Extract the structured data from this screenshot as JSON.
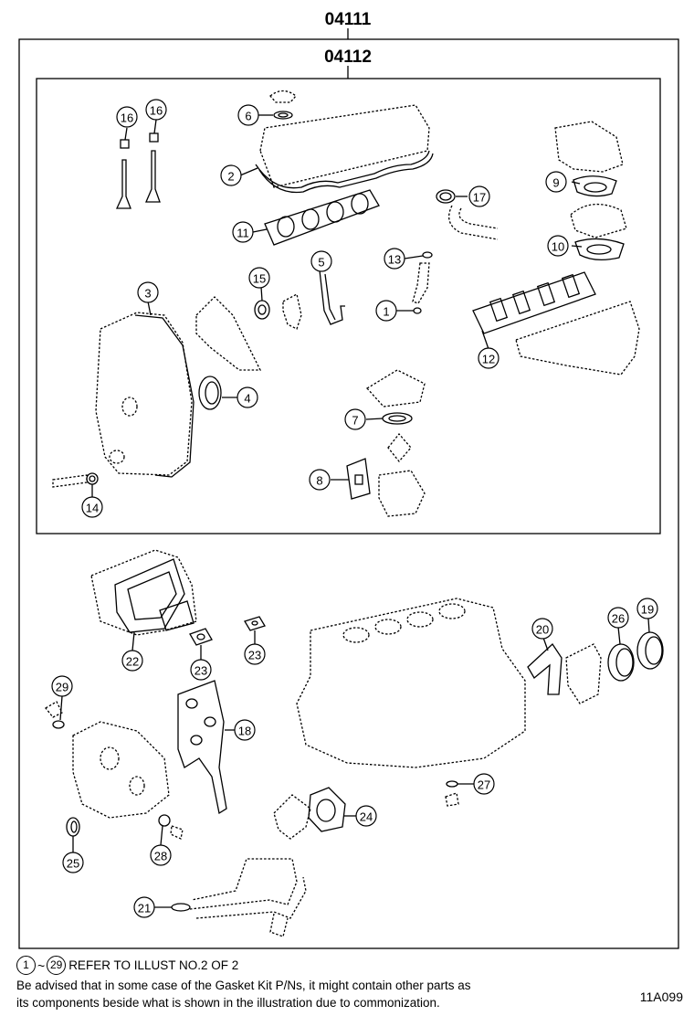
{
  "header": {
    "outer_code": "04111",
    "inner_code": "04112"
  },
  "callouts": [
    {
      "id": "c16a",
      "label": "16"
    },
    {
      "id": "c16b",
      "label": "16"
    },
    {
      "id": "c6",
      "label": "6"
    },
    {
      "id": "c2",
      "label": "2"
    },
    {
      "id": "c11",
      "label": "11"
    },
    {
      "id": "c9",
      "label": "9"
    },
    {
      "id": "c10",
      "label": "10"
    },
    {
      "id": "c17",
      "label": "17"
    },
    {
      "id": "c13",
      "label": "13"
    },
    {
      "id": "c5",
      "label": "5"
    },
    {
      "id": "c15",
      "label": "15"
    },
    {
      "id": "c3",
      "label": "3"
    },
    {
      "id": "c1",
      "label": "1"
    },
    {
      "id": "c12",
      "label": "12"
    },
    {
      "id": "c4",
      "label": "4"
    },
    {
      "id": "c7",
      "label": "7"
    },
    {
      "id": "c8",
      "label": "8"
    },
    {
      "id": "c14",
      "label": "14"
    },
    {
      "id": "c22",
      "label": "22"
    },
    {
      "id": "c23a",
      "label": "23"
    },
    {
      "id": "c23b",
      "label": "23"
    },
    {
      "id": "c20",
      "label": "20"
    },
    {
      "id": "c26",
      "label": "26"
    },
    {
      "id": "c19",
      "label": "19"
    },
    {
      "id": "c29",
      "label": "29"
    },
    {
      "id": "c18",
      "label": "18"
    },
    {
      "id": "c27",
      "label": "27"
    },
    {
      "id": "c24",
      "label": "24"
    },
    {
      "id": "c25",
      "label": "25"
    },
    {
      "id": "c28",
      "label": "28"
    },
    {
      "id": "c21",
      "label": "21"
    }
  ],
  "footer": {
    "ref_from": "1",
    "tilde": "~",
    "ref_to": "29",
    "refer_text": "REFER TO ILLUST NO.2 OF 2",
    "advisory_line1": "Be advised that in some case of the Gasket Kit P/Ns,  it might contain other parts as",
    "advisory_line2": "its components beside what is shown in the illustration due to commonization.",
    "illustration_code": "11A099"
  }
}
